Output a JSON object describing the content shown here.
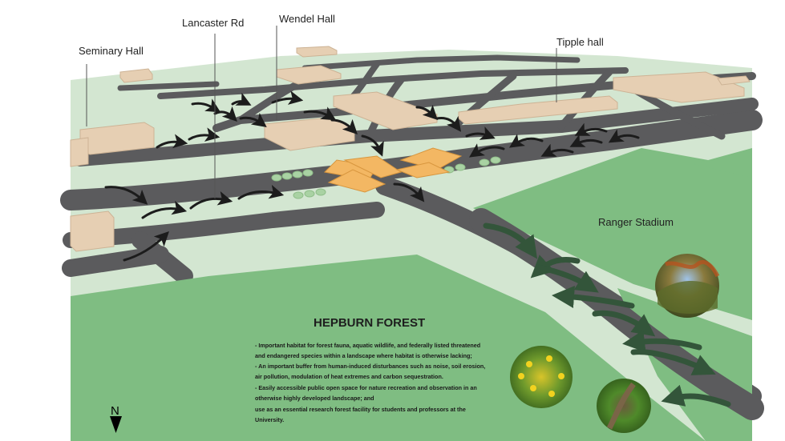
{
  "labels": {
    "seminary_hall": "Seminary Hall",
    "lancaster_rd": "Lancaster Rd",
    "wendel_hall": "Wendel Hall",
    "tipple_hall": "Tipple hall",
    "ranger_stadium": "Ranger Stadium"
  },
  "forest": {
    "title": "HEPBURN FOREST",
    "lines": [
      "- Important habitat for forest fauna, aquatic wildlife, and federally listed threatened",
      "and endangered species within a landscape where habitat is otherwise lacking;",
      "- An important buffer from human-induced disturbances such as noise, soil erosion,",
      "air pollution, modulation of heat extremes and carbon sequestration.",
      "- Easily accessible public open space for nature recreation and observation in an",
      "otherwise highly developed landscape; and",
      "use as an essential research forest facility for students and professors at the",
      "University."
    ]
  },
  "north": "N",
  "colors": {
    "grass_light": "#d3e6d1",
    "grass_mid": "#a8cfa8",
    "forest_green": "#7fbd82",
    "road": "#5b5b5d",
    "building": "#e6cfb3",
    "canopy": "#f3b763",
    "arrow_dark": "#1c1c1c",
    "arrow_forest": "#33553a"
  },
  "icons": [
    "north-arrow-icon",
    "flow-arrow-icon",
    "photo-circle-icon"
  ]
}
